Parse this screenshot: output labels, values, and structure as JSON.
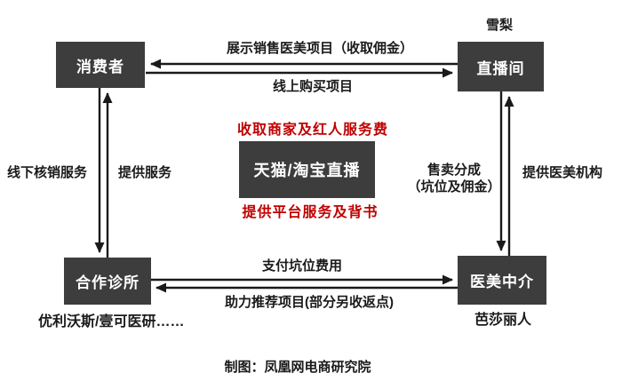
{
  "diagram": {
    "nodes": {
      "consumer": {
        "label": "消费者"
      },
      "live_room": {
        "label": "直播间"
      },
      "clinic": {
        "label": "合作诊所"
      },
      "agency": {
        "label": "医美中介"
      },
      "platform": {
        "label": "天猫/淘宝直播"
      }
    },
    "annotations": {
      "live_room_example": "雪梨",
      "clinic_examples": "优利沃斯/壹可医研……",
      "agency_example": "芭莎丽人",
      "platform_note_top": "收取商家及红人服务费",
      "platform_note_bottom": "提供平台服务及背书"
    },
    "edge_labels": {
      "consumer_live_top": "展示销售医美项目（收取佣金）",
      "consumer_live_bottom": "线上购买项目",
      "consumer_clinic_left": "线下核销服务",
      "consumer_clinic_right": "提供服务",
      "live_agency_left_line1": "售卖分成",
      "live_agency_left_line2": "（坑位及佣金）",
      "live_agency_right": "提供医美机构",
      "clinic_agency_top": "支付坑位费用",
      "clinic_agency_bottom": "助力推荐项目(部分另收返点)"
    },
    "footer": {
      "credit": "制图：凤凰网电商研究院"
    },
    "colors": {
      "node_bg": "#3d3d3d",
      "node_text": "#ffffff",
      "accent_red": "#c00000",
      "line": "#1a1a1a",
      "background": "#ffffff"
    }
  }
}
